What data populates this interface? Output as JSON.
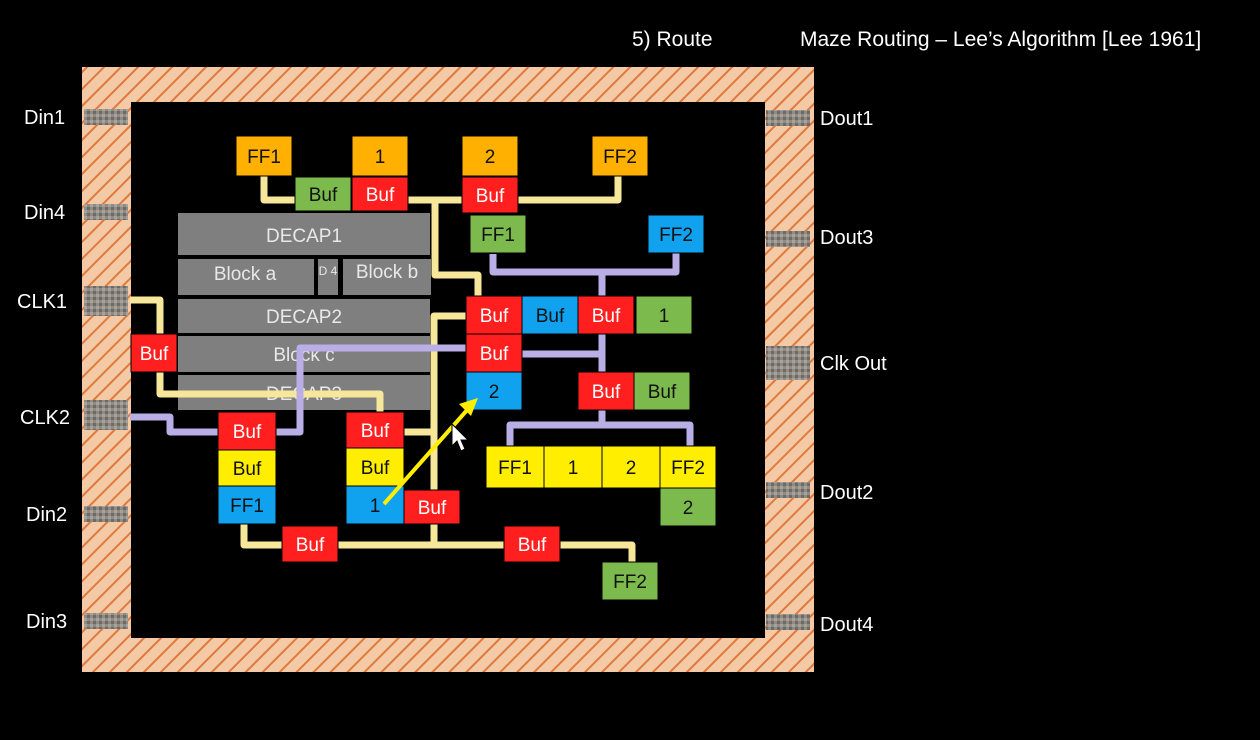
{
  "header": {
    "step": "5) Route",
    "title": "Maze Routing – Lee’s Algorithm [Lee 1961]"
  },
  "colors": {
    "background": "#000000",
    "ring_fill": "#f3c9a6",
    "ring_hatch": "#e07a3c",
    "core": "#000000",
    "pad": "#8f8a84",
    "wire_yellow": "#f7e79a",
    "wire_lavender": "#b9afe6",
    "arrow": "#ffee00",
    "red": "#ff1f1f",
    "orange": "#ffb000",
    "yellow": "#ffee00",
    "green": "#7dba4d",
    "blue": "#10a2ee",
    "gray_block": "#7f7f7f"
  },
  "pins": {
    "left": [
      "Din1",
      "Din4",
      "CLK1",
      "CLK2",
      "Din2",
      "Din3"
    ],
    "right": [
      "Dout1",
      "Dout3",
      "Clk Out",
      "Dout2",
      "Dout4"
    ]
  },
  "blocks": {
    "decap1": "DECAP1",
    "block_a": "Block a",
    "d4": "D 4",
    "block_b": "Block b",
    "decap2": "DECAP2",
    "block_c": "Block c",
    "decap3": "DECAP3"
  },
  "cells": [
    {
      "id": "ff1_top",
      "label": "FF1",
      "color": "orange"
    },
    {
      "id": "one_top",
      "label": "1",
      "color": "orange"
    },
    {
      "id": "two_top",
      "label": "2",
      "color": "orange"
    },
    {
      "id": "ff2_top",
      "label": "FF2",
      "color": "orange"
    },
    {
      "id": "buf_top_green",
      "label": "Buf",
      "color": "green"
    },
    {
      "id": "buf_top_red1",
      "label": "Buf",
      "color": "red"
    },
    {
      "id": "buf_top_red2",
      "label": "Buf",
      "color": "red"
    },
    {
      "id": "ff1_green",
      "label": "FF1",
      "color": "green"
    },
    {
      "id": "ff2_blue",
      "label": "FF2",
      "color": "blue"
    },
    {
      "id": "buf_mid_red1",
      "label": "Buf",
      "color": "red"
    },
    {
      "id": "buf_mid_blue",
      "label": "Buf",
      "color": "blue"
    },
    {
      "id": "buf_mid_red2",
      "label": "Buf",
      "color": "red"
    },
    {
      "id": "one_green",
      "label": "1",
      "color": "green"
    },
    {
      "id": "buf_mid_red3",
      "label": "Buf",
      "color": "red"
    },
    {
      "id": "two_blue",
      "label": "2",
      "color": "blue"
    },
    {
      "id": "buf_right_red",
      "label": "Buf",
      "color": "red"
    },
    {
      "id": "buf_right_green",
      "label": "Buf",
      "color": "green"
    },
    {
      "id": "buf_left_red",
      "label": "Buf",
      "color": "red"
    },
    {
      "id": "buf_clk2_red",
      "label": "Buf",
      "color": "red"
    },
    {
      "id": "buf_yellow1",
      "label": "Buf",
      "color": "yellow"
    },
    {
      "id": "ff1_blue",
      "label": "FF1",
      "color": "blue"
    },
    {
      "id": "buf_center_red",
      "label": "Buf",
      "color": "red"
    },
    {
      "id": "buf_yellow2",
      "label": "Buf",
      "color": "yellow"
    },
    {
      "id": "one_blue",
      "label": "1",
      "color": "blue"
    },
    {
      "id": "buf_arrow_red",
      "label": "Buf",
      "color": "red"
    },
    {
      "id": "ff1_yellow",
      "label": "FF1",
      "color": "yellow"
    },
    {
      "id": "one_yellow",
      "label": "1",
      "color": "yellow"
    },
    {
      "id": "two_yellow",
      "label": "2",
      "color": "yellow"
    },
    {
      "id": "ff2_yellow",
      "label": "FF2",
      "color": "yellow"
    },
    {
      "id": "two_green",
      "label": "2",
      "color": "green"
    },
    {
      "id": "buf_bottom_red1",
      "label": "Buf",
      "color": "red"
    },
    {
      "id": "buf_bottom_red2",
      "label": "Buf",
      "color": "red"
    },
    {
      "id": "ff2_green_bottom",
      "label": "FF2",
      "color": "green"
    }
  ]
}
